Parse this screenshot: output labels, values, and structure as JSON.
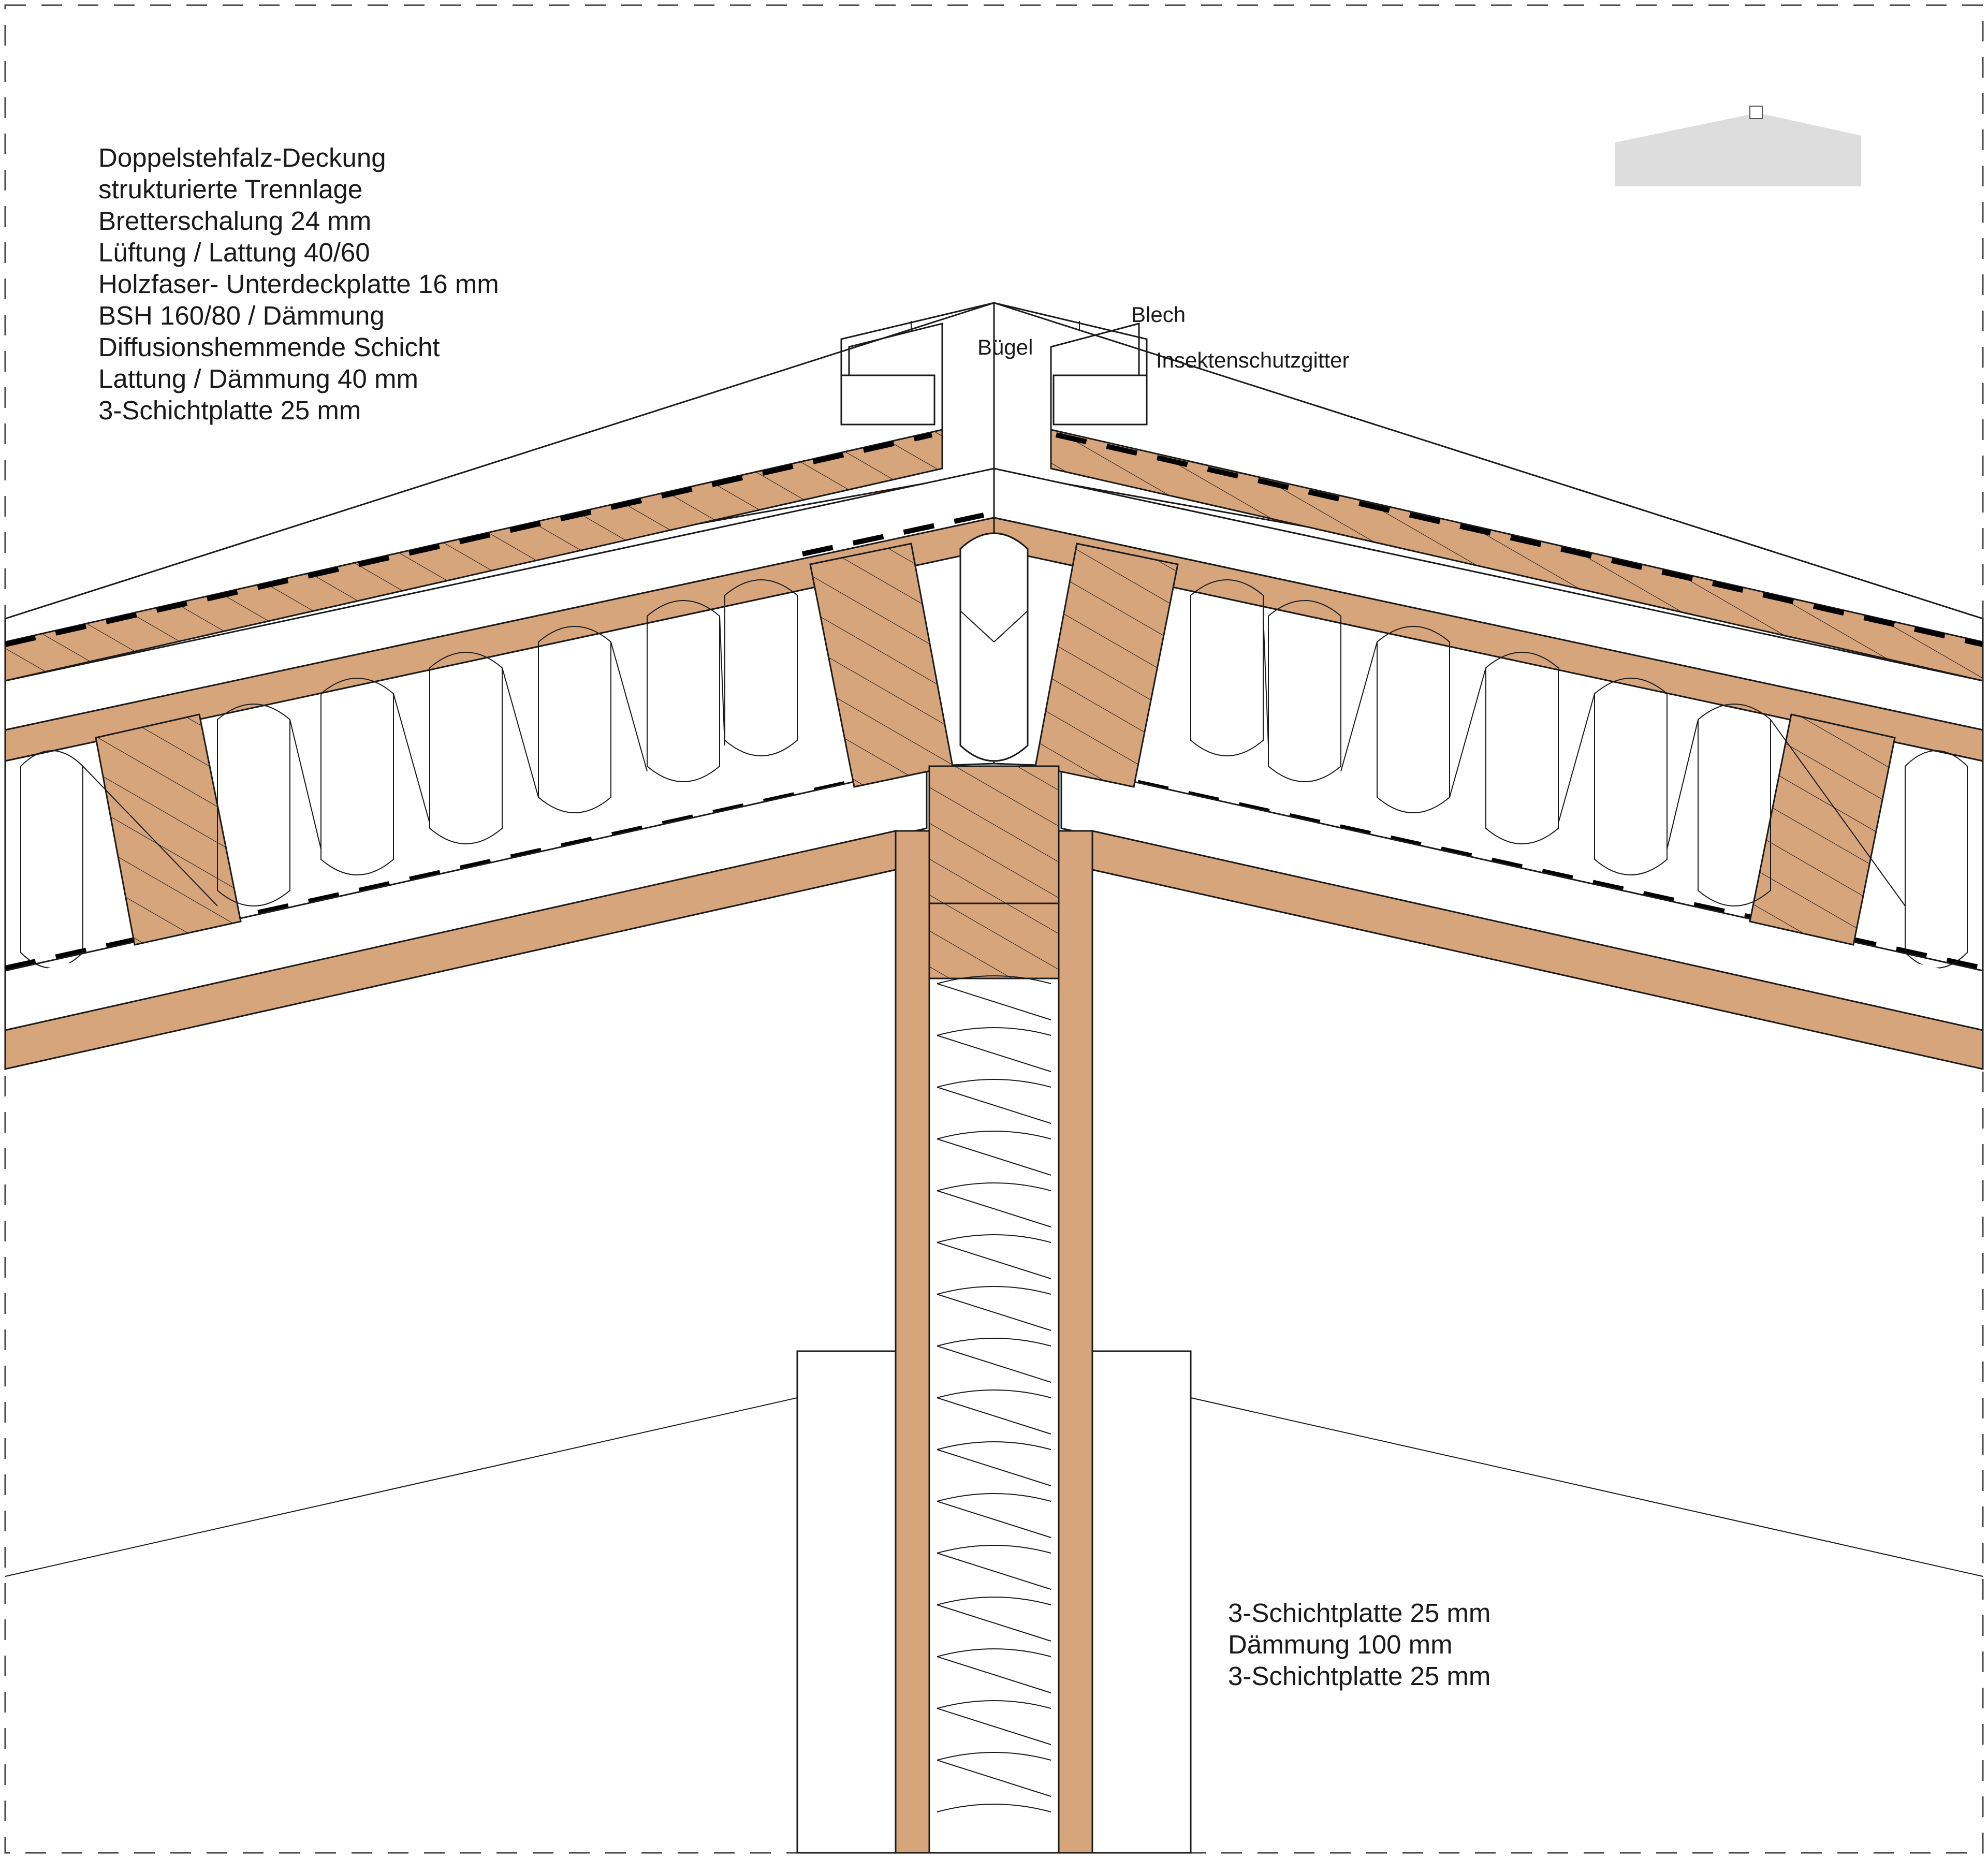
{
  "layers_roof": [
    "Doppelstehfalz-Deckung",
    "strukturierte Trennlage",
    "Bretterschalung 24 mm",
    "Lüftung / Lattung 40/60",
    "Holzfaser- Unterdeckplatte 16 mm",
    "BSH 160/80 / Dämmung",
    "Diffusionshemmende Schicht",
    "Lattung / Dämmung 40 mm",
    "3-Schichtplatte 25 mm"
  ],
  "layers_wall": [
    "3-Schichtplatte 25 mm",
    "Dämmung 100 mm",
    "3-Schichtplatte 25 mm"
  ],
  "ridge_labels": {
    "blech": "Blech",
    "buegel": "Bügel",
    "insekt": "Insektenschutzgitter"
  },
  "colors": {
    "wood": "#d7a57c",
    "keyplan": "#dddddd"
  }
}
